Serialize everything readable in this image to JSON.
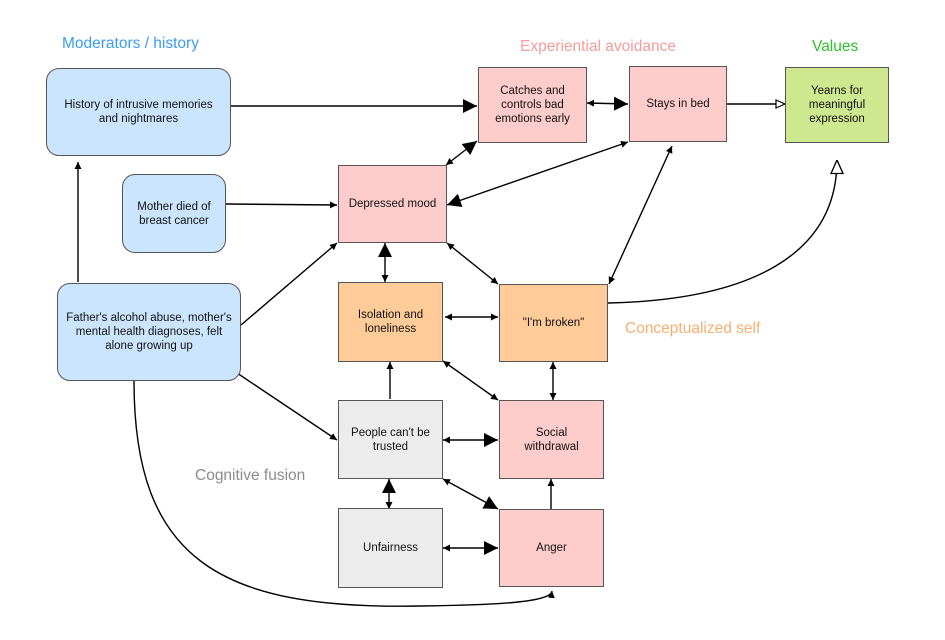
{
  "groups": {
    "moderators": {
      "label": "Moderators / history",
      "color": "#3c9cf0"
    },
    "avoidance": {
      "label": "Experiential avoidance",
      "color": "#f59c9c"
    },
    "values": {
      "label": "Values",
      "color": "#2ec02e"
    },
    "self": {
      "label": "Conceptualized self",
      "color": "#f5b070"
    },
    "fusion": {
      "label": "Cognitive fusion",
      "color": "#8c8c8c"
    }
  },
  "nodes": {
    "history": {
      "label": "History of intrusive memories and nightmares"
    },
    "mother": {
      "label": "Mother died of breast cancer"
    },
    "father": {
      "label": "Father's alcohol abuse, mother's mental health diagnoses, felt alone growing up"
    },
    "catches": {
      "label": "Catches and controls bad emotions early"
    },
    "bed": {
      "label": "Stays in bed"
    },
    "yearns": {
      "label": "Yearns for meaningful expression"
    },
    "depressed": {
      "label": "Depressed mood"
    },
    "isolation": {
      "label": "Isolation and loneliness"
    },
    "broken": {
      "label": "\"I'm broken\""
    },
    "people": {
      "label": "People can't be trusted"
    },
    "social": {
      "label": "Social withdrawal"
    },
    "unfairness": {
      "label": "Unfairness"
    },
    "anger": {
      "label": "Anger"
    }
  },
  "edges": [
    {
      "from": "history",
      "to": "catches",
      "type": "directed"
    },
    {
      "from": "catches",
      "to": "bed",
      "type": "bidirectional"
    },
    {
      "from": "bed",
      "to": "yearns",
      "type": "open-arrow"
    },
    {
      "from": "mother",
      "to": "depressed",
      "type": "directed"
    },
    {
      "from": "father",
      "to": "history",
      "type": "directed"
    },
    {
      "from": "father",
      "to": "depressed",
      "type": "directed"
    },
    {
      "from": "father",
      "to": "people",
      "type": "directed"
    },
    {
      "from": "father",
      "to": "anger",
      "type": "directed-curve"
    },
    {
      "from": "depressed",
      "to": "catches",
      "type": "bidirectional"
    },
    {
      "from": "depressed",
      "to": "bed",
      "type": "bidirectional"
    },
    {
      "from": "depressed",
      "to": "isolation",
      "type": "bidirectional"
    },
    {
      "from": "depressed",
      "to": "broken",
      "type": "bidirectional"
    },
    {
      "from": "broken",
      "to": "bed",
      "type": "bidirectional"
    },
    {
      "from": "broken",
      "to": "yearns",
      "type": "open-arrow-curve"
    },
    {
      "from": "isolation",
      "to": "broken",
      "type": "bidirectional"
    },
    {
      "from": "isolation",
      "to": "social",
      "type": "bidirectional"
    },
    {
      "from": "broken",
      "to": "social",
      "type": "bidirectional"
    },
    {
      "from": "people",
      "to": "isolation",
      "type": "directed"
    },
    {
      "from": "people",
      "to": "social",
      "type": "bidirectional"
    },
    {
      "from": "people",
      "to": "unfairness",
      "type": "bidirectional"
    },
    {
      "from": "people",
      "to": "anger",
      "type": "bidirectional"
    },
    {
      "from": "unfairness",
      "to": "anger",
      "type": "bidirectional"
    },
    {
      "from": "anger",
      "to": "social",
      "type": "directed"
    }
  ]
}
